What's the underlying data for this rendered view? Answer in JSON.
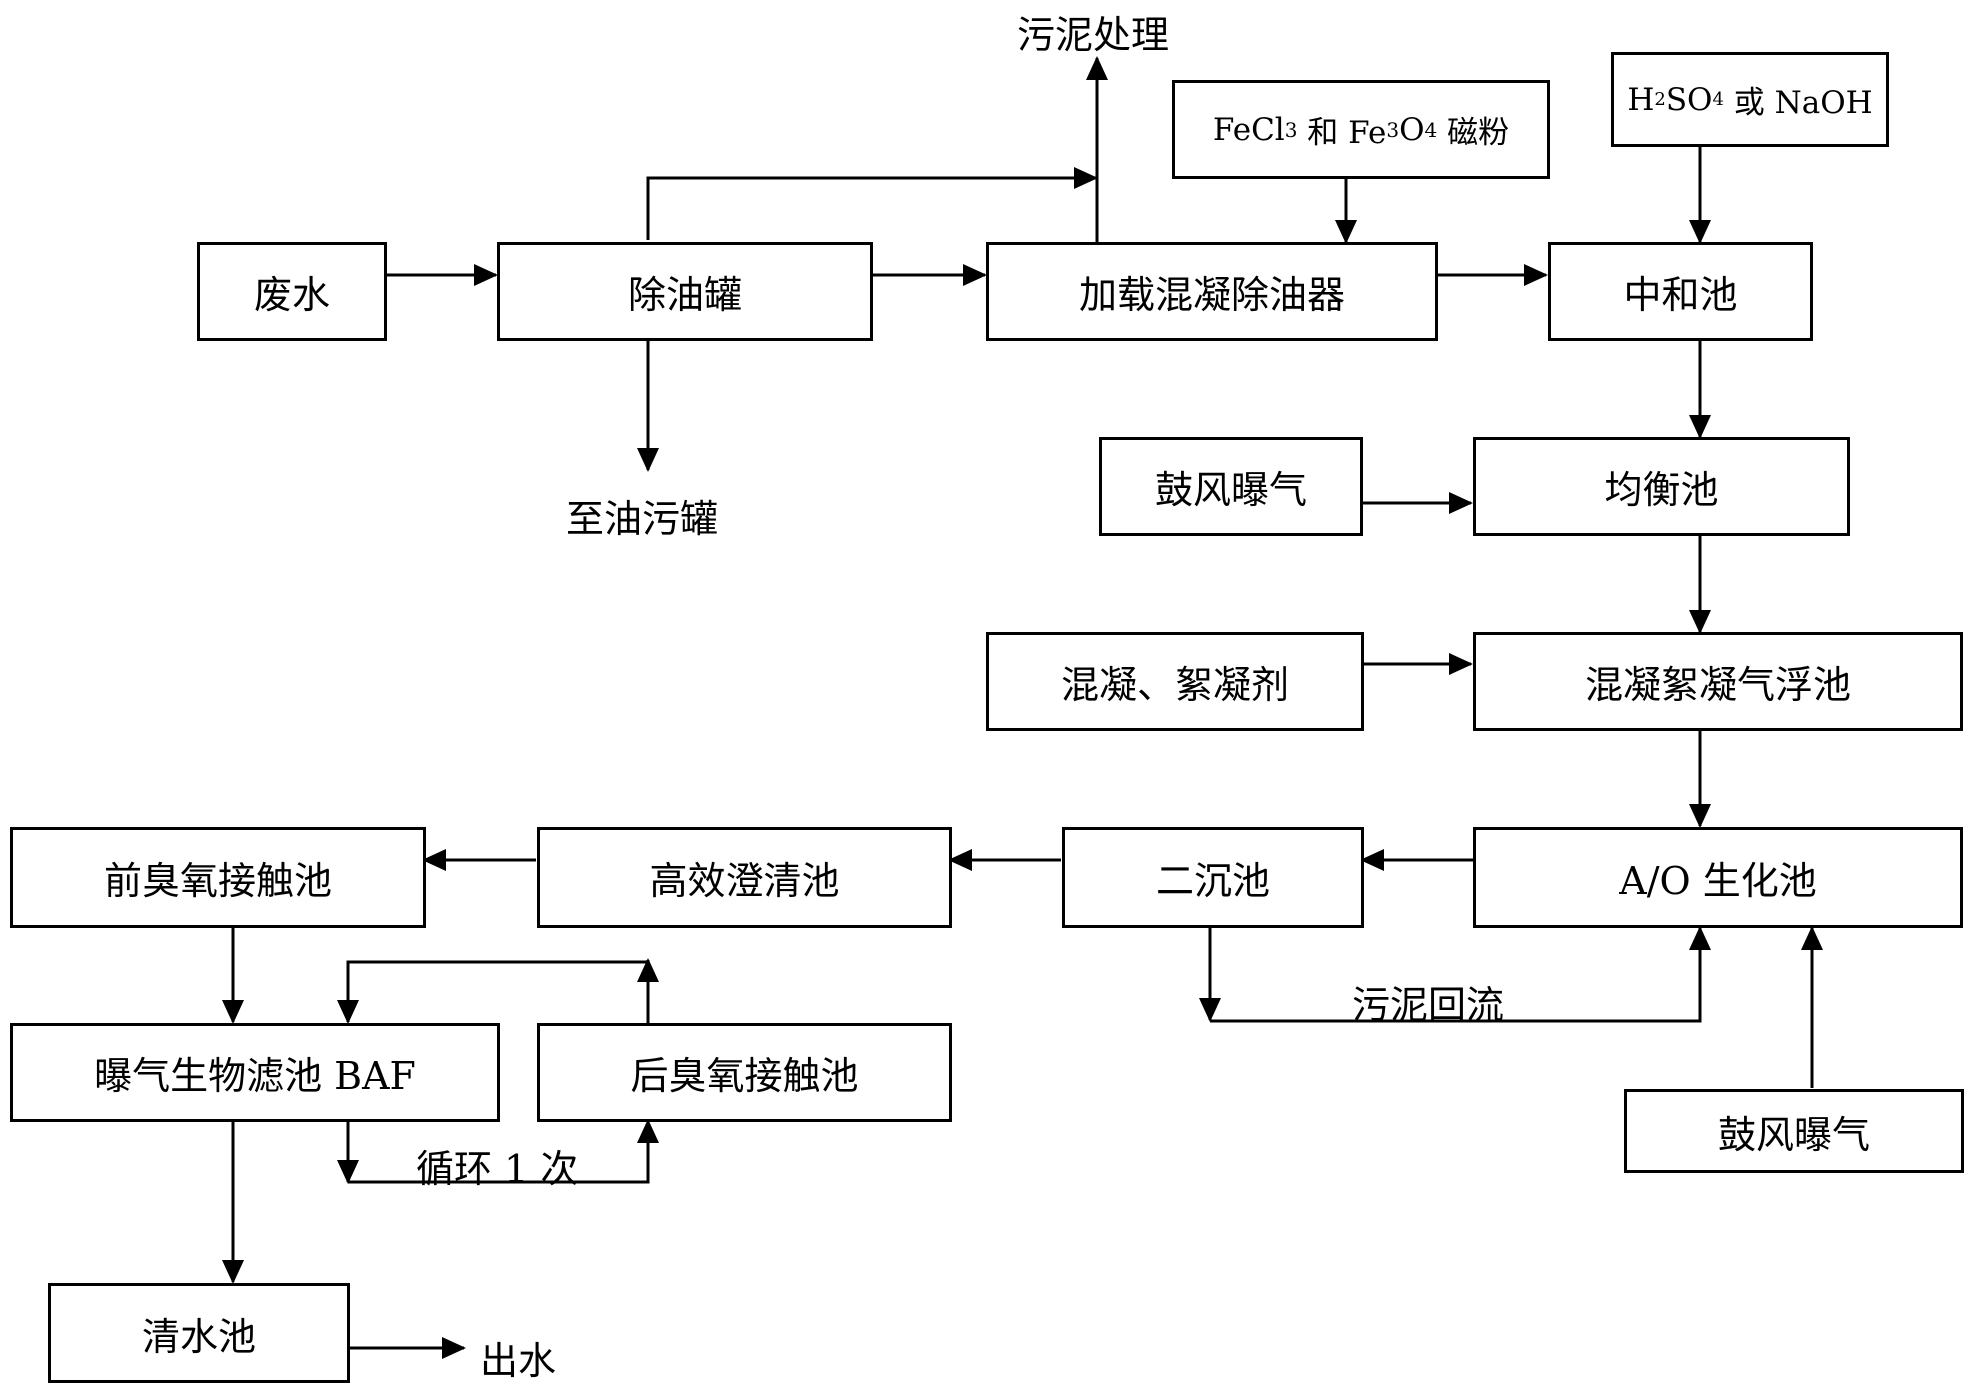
{
  "nodes": {
    "wastewater": "废水",
    "oil_removal_tank": "除油罐",
    "loaded_coag_deoiler": "加载混凝除油器",
    "neutral_tank": "中和池",
    "dosing_fecl3": {
      "a": "FeCl",
      "a_sub": "3",
      "b": " 和 Fe",
      "b_sub": "3",
      "c": "O",
      "c_sub": "4",
      "d": " 磁粉"
    },
    "dosing_acid_base": {
      "a": "H",
      "a_sub": "2",
      "b": "SO",
      "b_sub": "4",
      "c": " 或 NaOH"
    },
    "blower_aeration_1": "鼓风曝气",
    "equalization_tank": "均衡池",
    "coag_flocculant": "混凝、絮凝剂",
    "daf_tank": "混凝絮凝气浮池",
    "ao_tank": "A/O 生化池",
    "secondary_clarifier": "二沉池",
    "hi_eff_clarifier": "高效澄清池",
    "pre_ozone": "前臭氧接触池",
    "baf": "曝气生物滤池 BAF",
    "post_ozone": "后臭氧接触池",
    "clear_water_tank": "清水池",
    "blower_aeration_2": "鼓风曝气"
  },
  "labels": {
    "sludge_treatment": "污泥处理",
    "to_oil_sludge_tank": "至油污罐",
    "sludge_return": "污泥回流",
    "recycle_once": "循环 1 次",
    "effluent": "出水"
  }
}
